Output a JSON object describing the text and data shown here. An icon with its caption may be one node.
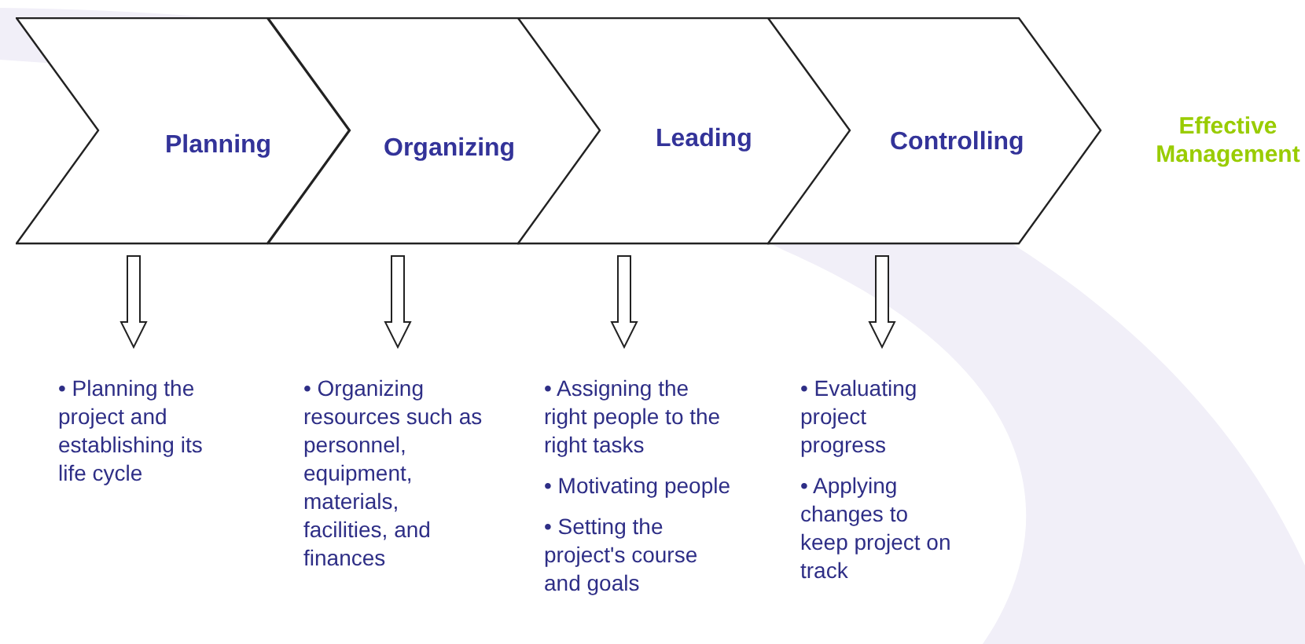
{
  "diagram": {
    "nodes": [
      {
        "text": [
          "Planning"
        ]
      },
      {
        "text": [
          "Organizing"
        ]
      },
      {
        "text": [
          "Leading"
        ]
      },
      {
        "text": [
          "Controlling"
        ]
      },
      {
        "text": [
          "• Planning the project and establishing its life cycle"
        ]
      },
      {
        "text": [
          "• Organizing resources such as personnel, equipment, materials, facilities, and finances"
        ]
      },
      {
        "text": [
          "• Assigning the right people to the right tasks",
          "• Motivating people",
          "• Setting the project's course and goals"
        ]
      },
      {
        "text": [
          "• Evaluating project progress",
          "• Applying changes to keep project on track"
        ]
      }
    ],
    "edges": [
      {
        "from": 0,
        "to": 4,
        "arrow": "to"
      },
      {
        "from": 1,
        "to": 5,
        "arrow": "to"
      },
      {
        "from": 2,
        "to": 6,
        "arrow": "to"
      },
      {
        "from": 3,
        "to": 7,
        "arrow": "to"
      }
    ],
    "labels": [
      "Effective Management"
    ]
  }
}
